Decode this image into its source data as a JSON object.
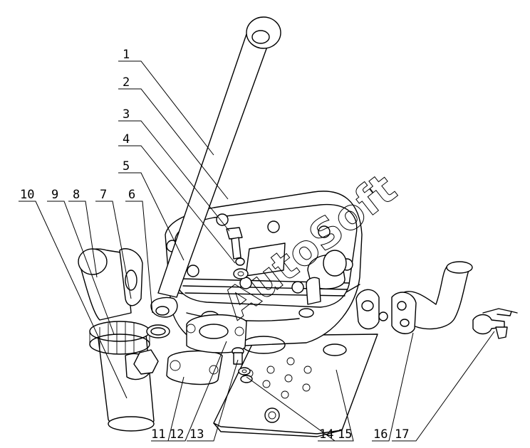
{
  "watermark": "AutoSoft",
  "callouts": [
    "1",
    "2",
    "3",
    "4",
    "5",
    "6",
    "7",
    "8",
    "9",
    "10",
    "11",
    "12",
    "13",
    "14",
    "15",
    "16",
    "17"
  ]
}
